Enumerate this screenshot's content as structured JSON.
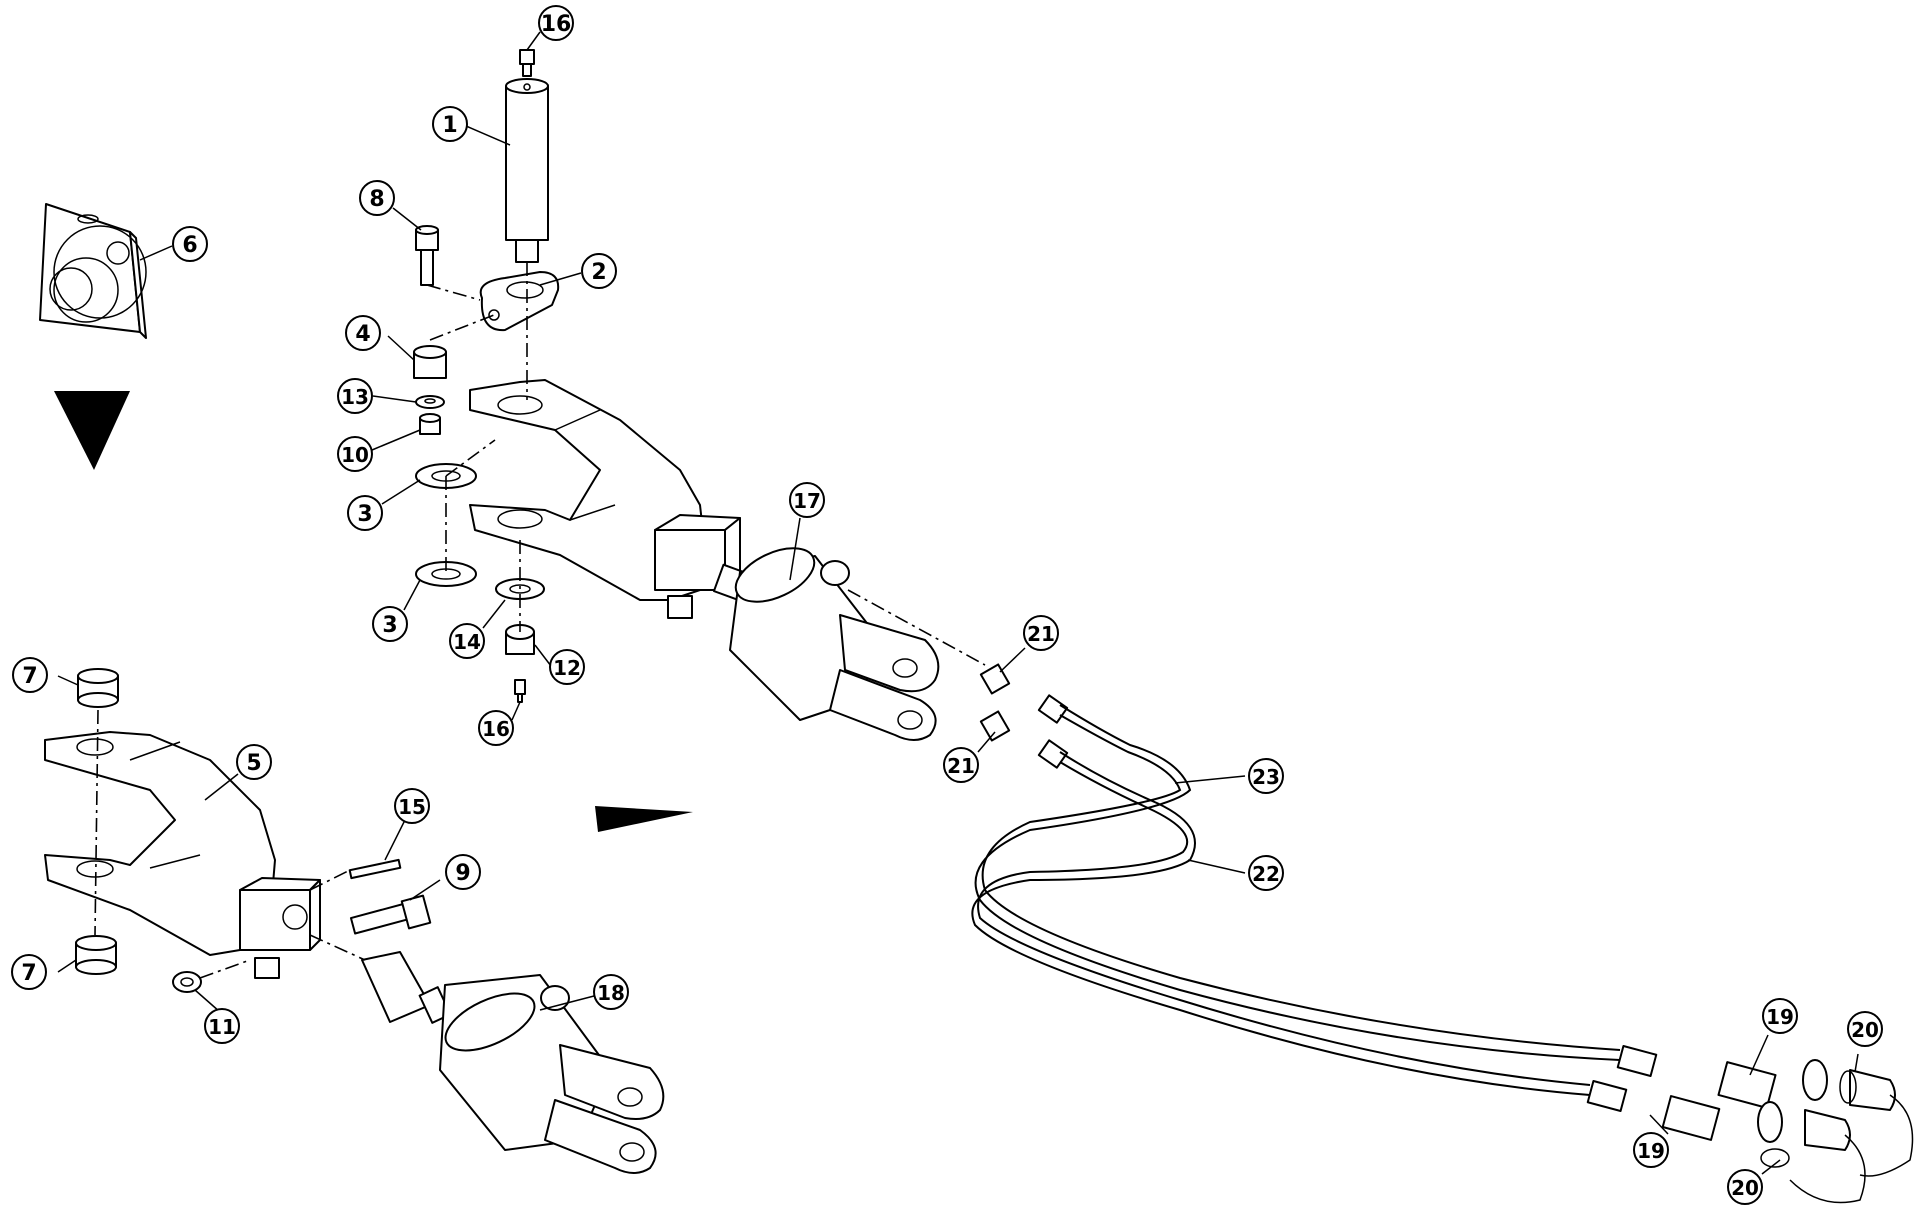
{
  "callouts": [
    {
      "id": "c16a",
      "label": "16"
    },
    {
      "id": "c1",
      "label": "1"
    },
    {
      "id": "c8",
      "label": "8"
    },
    {
      "id": "c2",
      "label": "2"
    },
    {
      "id": "c6",
      "label": "6"
    },
    {
      "id": "c4",
      "label": "4"
    },
    {
      "id": "c13",
      "label": "13"
    },
    {
      "id": "c10",
      "label": "10"
    },
    {
      "id": "c3a",
      "label": "3"
    },
    {
      "id": "c3b",
      "label": "3"
    },
    {
      "id": "c14",
      "label": "14"
    },
    {
      "id": "c12",
      "label": "12"
    },
    {
      "id": "c16b",
      "label": "16"
    },
    {
      "id": "c17",
      "label": "17"
    },
    {
      "id": "c21a",
      "label": "21"
    },
    {
      "id": "c21b",
      "label": "21"
    },
    {
      "id": "c23",
      "label": "23"
    },
    {
      "id": "c22",
      "label": "22"
    },
    {
      "id": "c7a",
      "label": "7"
    },
    {
      "id": "c5",
      "label": "5"
    },
    {
      "id": "c15",
      "label": "15"
    },
    {
      "id": "c9",
      "label": "9"
    },
    {
      "id": "c7b",
      "label": "7"
    },
    {
      "id": "c11",
      "label": "11"
    },
    {
      "id": "c18",
      "label": "18"
    },
    {
      "id": "c19a",
      "label": "19"
    },
    {
      "id": "c20a",
      "label": "20"
    },
    {
      "id": "c19b",
      "label": "19"
    },
    {
      "id": "c20b",
      "label": "20"
    }
  ]
}
